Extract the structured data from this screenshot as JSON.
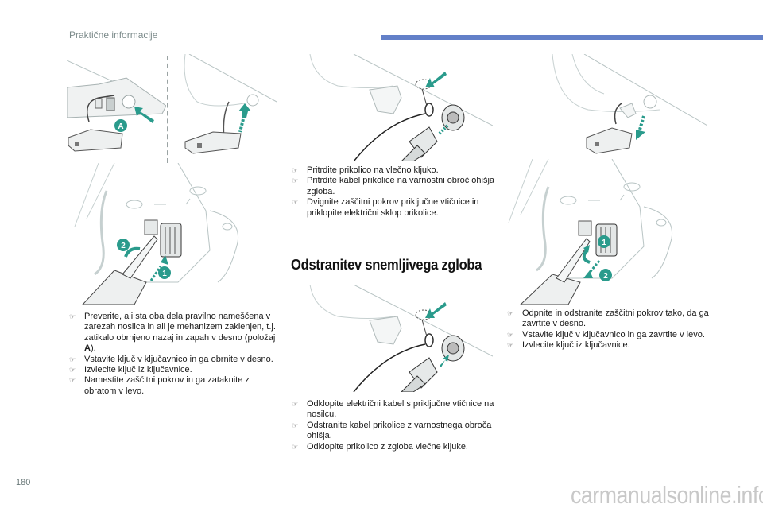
{
  "header": {
    "section_title": "Praktične informacije",
    "accent_color": "#6380c8"
  },
  "colors": {
    "teal": "#2a9b8c",
    "line_gray": "#b8c4c4"
  },
  "figures": {
    "fig1_marker": "A",
    "fig2_markers": [
      "2",
      "1"
    ],
    "fig5_markers": [
      "1",
      "2"
    ],
    "plate_labels": [
      "1",
      "2"
    ]
  },
  "column1": {
    "steps": [
      {
        "bullet_icon": "pointing-hand-icon",
        "text_before": "Preverite, ali sta oba dela pravilno nameščena v zarezah nosilca in ali je mehanizem zaklenjen, t.j. zatikalo obrnjeno nazaj in zapah v desno (položaj ",
        "bold": "A",
        "text_after": ")."
      },
      {
        "bullet_icon": "pointing-hand-icon",
        "text": "Vstavite ključ v ključavnico in ga obrnite v desno."
      },
      {
        "bullet_icon": "pointing-hand-icon",
        "text": "Izvlecite ključ iz ključavnice."
      },
      {
        "bullet_icon": "pointing-hand-icon",
        "text": "Namestite zaščitni pokrov in ga zataknite z obratom v levo."
      }
    ]
  },
  "column2": {
    "steps_top": [
      {
        "text": "Pritrdite prikolico na vlečno kljuko."
      },
      {
        "text": "Pritrdite kabel prikolice na varnostni obroč ohišja zgloba."
      },
      {
        "text": "Dvignite zaščitni pokrov priključne vtičnice in priklopite električni sklop prikolice."
      }
    ],
    "heading": "Odstranitev snemljivega zgloba",
    "steps_bottom": [
      {
        "text": "Odklopite električni kabel s priključne vtičnice na nosilcu."
      },
      {
        "text": "Odstranite kabel prikolice z varnostnega obroča ohišja."
      },
      {
        "text": "Odklopite prikolico z zgloba vlečne kljuke."
      }
    ]
  },
  "column3": {
    "steps": [
      {
        "text": "Odpnite in odstranite zaščitni pokrov tako, da ga zavrtite v desno."
      },
      {
        "text": "Vstavite ključ v ključavnico in ga zavrtite v levo."
      },
      {
        "text": "Izvlecite ključ iz ključavnice."
      }
    ]
  },
  "footer": {
    "page_number": "180",
    "watermark": "carmanualsonline.info"
  },
  "bullet_glyph": "☞"
}
